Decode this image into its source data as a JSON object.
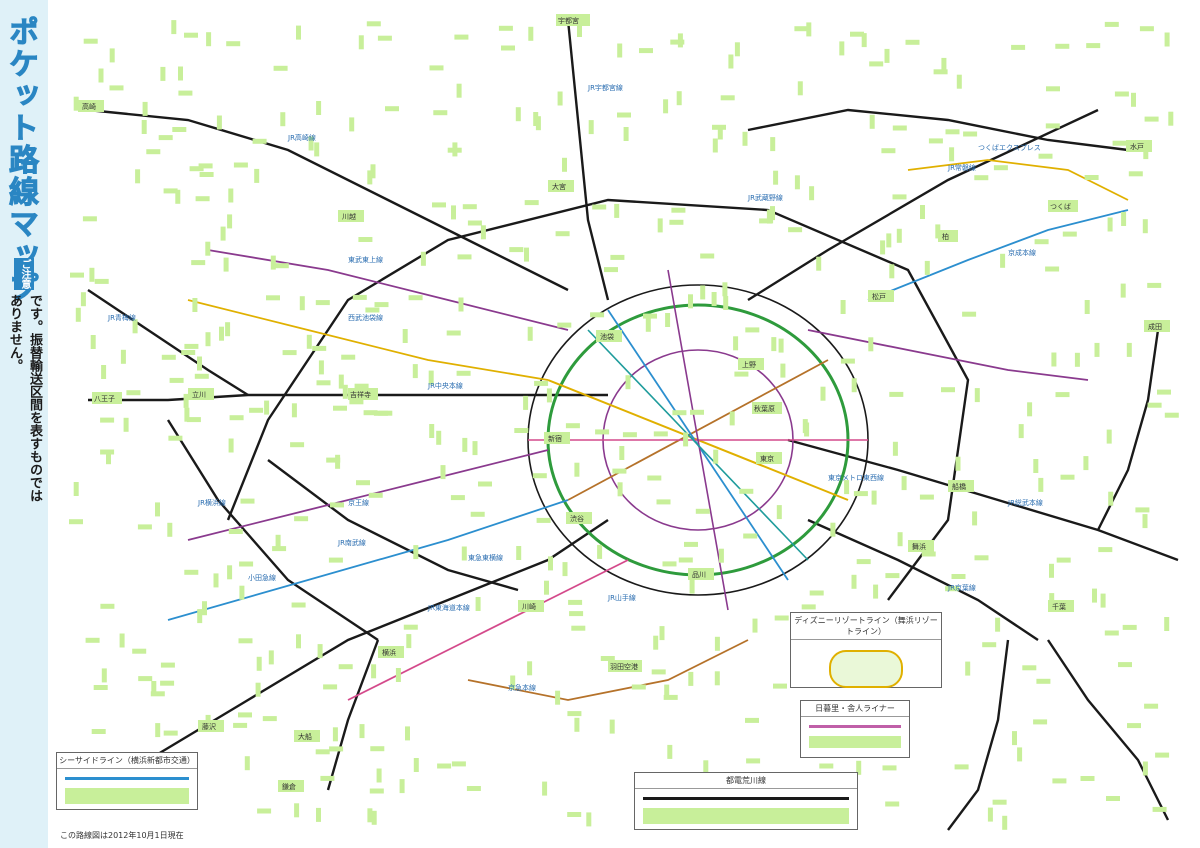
{
  "title": "ポケット路線マップ",
  "notice_label": "ご注意",
  "notice_text": "このマップは東京近郊の路線マップです。振替輸送区間を表すものではありません。",
  "date_note": "この路線図は2012年10月1日現在",
  "legend_disney": "ディズニーリゾートライン（舞浜リゾートライン）",
  "legend_nippori": "日暮里・舎人ライナー",
  "legend_toden": "都電荒川線",
  "legend_seaside": "シーサイドライン（横浜新都市交通）",
  "colors": {
    "jr": "#1a1a1a",
    "yamanote": "#2e9b3c",
    "sobu": "#e0b000",
    "keihin": "#2c8fcf",
    "metro_purple": "#8a3a8e",
    "metro_brown": "#b5722a",
    "chip": "#c8ef9a",
    "title": "#2a86c3"
  },
  "line_labels": {
    "yamanote": "JR山手線",
    "chuo": "JR中央本線",
    "tokaido": "JR東海道本線",
    "keiyo": "JR京葉線",
    "sobu": "JR総武本線",
    "joban": "JR常磐線",
    "takasaki": "JR高崎線",
    "utsunomiya": "JR宇都宮線",
    "musashino": "JR武蔵野線",
    "nanbu": "JR南武線",
    "yokohama": "JR横浜線",
    "ome": "JR青梅線",
    "tozai": "東京メトロ東西線",
    "seibu": "西武池袋線",
    "tobu": "東武東上線",
    "keio": "京王線",
    "odakyu": "小田急線",
    "tokyu": "東急東横線",
    "keikyu": "京急本線",
    "keisei": "京成本線",
    "tx": "つくばエクスプレス"
  },
  "stations": {
    "tokyo": "東京",
    "shinjuku": "新宿",
    "ikebukuro": "池袋",
    "shibuya": "渋谷",
    "shinagawa": "品川",
    "ueno": "上野",
    "akihabara": "秋葉原",
    "hachioji": "八王子",
    "tachikawa": "立川",
    "kichijoji": "吉祥寺",
    "kawasaki": "川崎",
    "yokohama": "横浜",
    "omiya": "大宮",
    "kawagoe": "川越",
    "chiba": "千葉",
    "funabashi": "船橋",
    "kashiwa": "柏",
    "matsudo": "松戸",
    "narita": "成田",
    "kamakura": "鎌倉",
    "ofuna": "大船",
    "fujisawa": "藤沢",
    "haneda": "羽田空港",
    "maihama": "舞浜",
    "tsukuba": "つくば",
    "mito": "水戸",
    "takasaki": "高崎",
    "utsunomiya": "宇都宮"
  }
}
